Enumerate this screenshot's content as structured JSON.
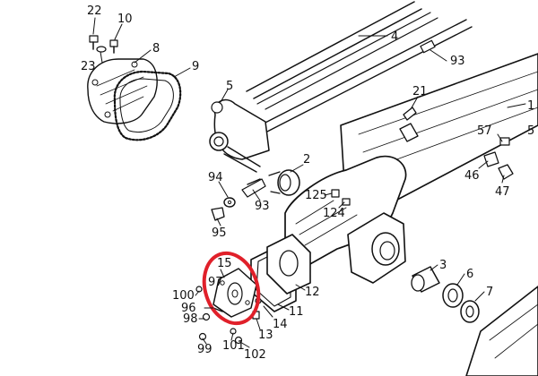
{
  "diagram": {
    "highlight_color": "#e0202a",
    "ink_color": "#111111",
    "labels": [
      {
        "id": "22",
        "text": "22"
      },
      {
        "id": "10",
        "text": "10"
      },
      {
        "id": "8",
        "text": "8"
      },
      {
        "id": "23",
        "text": "23"
      },
      {
        "id": "9",
        "text": "9"
      },
      {
        "id": "4",
        "text": "4"
      },
      {
        "id": "93a",
        "text": "93"
      },
      {
        "id": "5",
        "text": "5"
      },
      {
        "id": "21",
        "text": "21"
      },
      {
        "id": "1",
        "text": "1"
      },
      {
        "id": "57",
        "text": "57"
      },
      {
        "id": "5b",
        "text": "5"
      },
      {
        "id": "2",
        "text": "2"
      },
      {
        "id": "46",
        "text": "46"
      },
      {
        "id": "47",
        "text": "47"
      },
      {
        "id": "94",
        "text": "94"
      },
      {
        "id": "125",
        "text": "125"
      },
      {
        "id": "124",
        "text": "124"
      },
      {
        "id": "93b",
        "text": "93"
      },
      {
        "id": "95",
        "text": "95"
      },
      {
        "id": "15",
        "text": "15"
      },
      {
        "id": "97",
        "text": "97"
      },
      {
        "id": "100",
        "text": "100"
      },
      {
        "id": "96",
        "text": "96"
      },
      {
        "id": "98",
        "text": "98"
      },
      {
        "id": "99",
        "text": "99"
      },
      {
        "id": "101",
        "text": "101"
      },
      {
        "id": "102",
        "text": "102"
      },
      {
        "id": "13",
        "text": "13"
      },
      {
        "id": "14",
        "text": "14"
      },
      {
        "id": "11",
        "text": "11"
      },
      {
        "id": "12",
        "text": "12"
      },
      {
        "id": "3",
        "text": "3"
      },
      {
        "id": "6",
        "text": "6"
      },
      {
        "id": "7",
        "text": "7"
      }
    ]
  }
}
